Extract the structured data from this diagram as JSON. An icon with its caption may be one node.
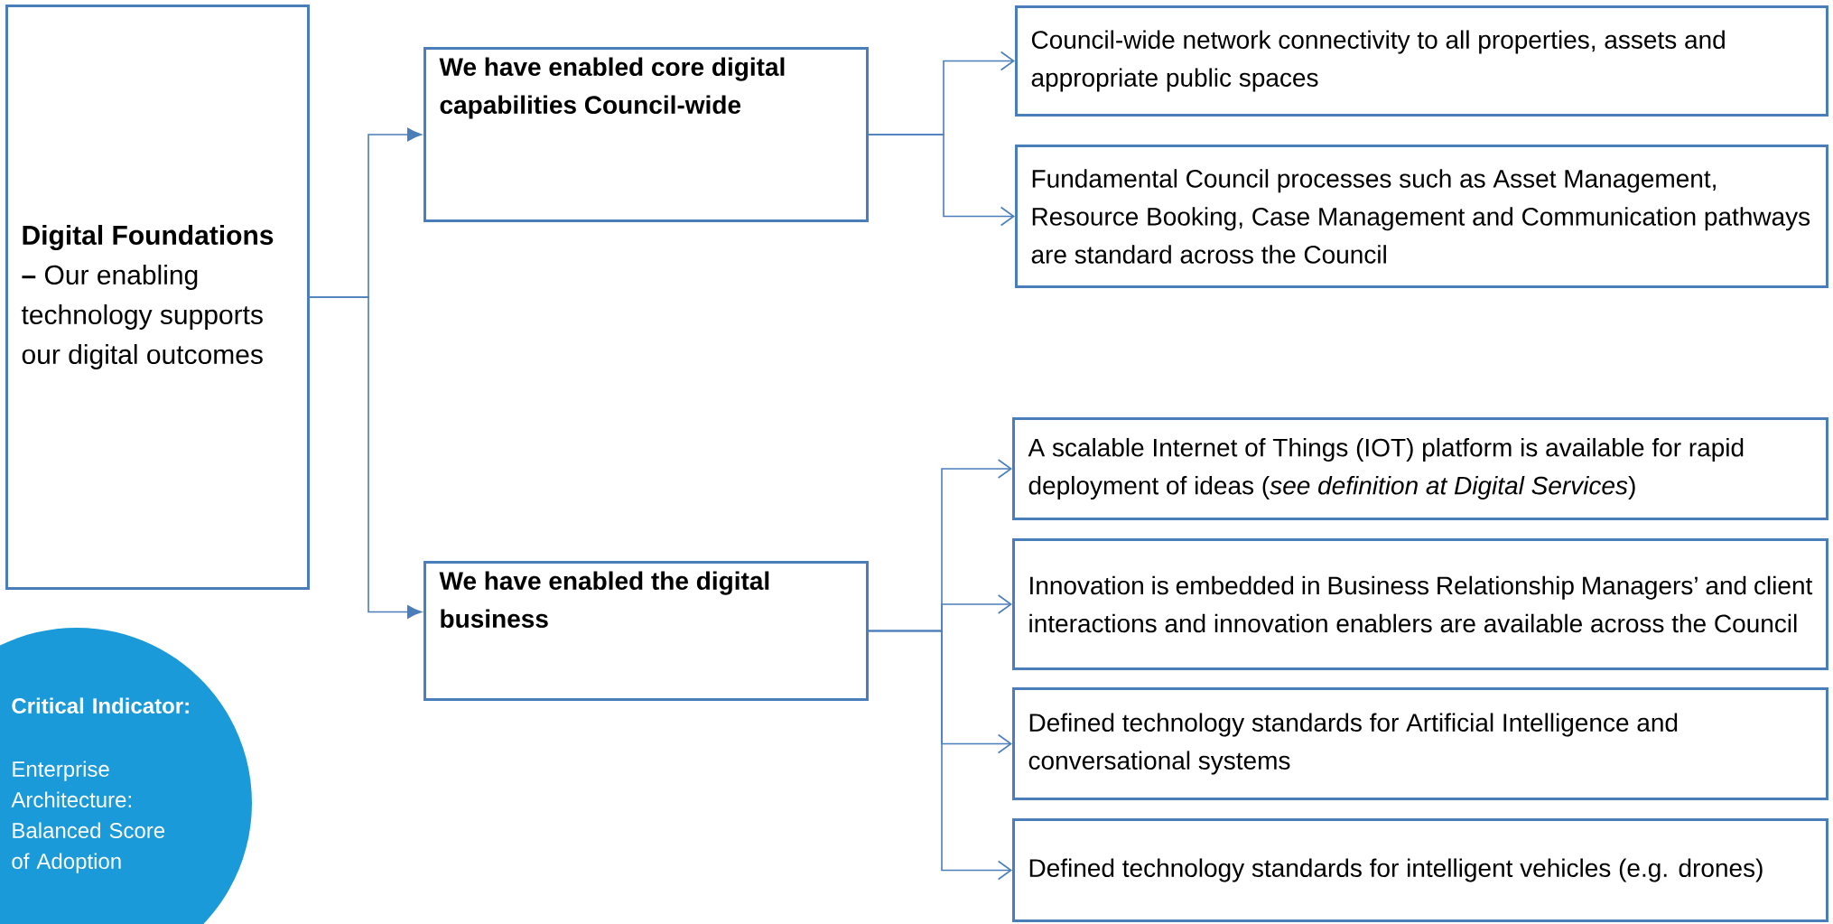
{
  "diagram": {
    "nodes": [
      {
        "text": [
          "**Digital Foundations –** Our enabling technology supports our digital outcomes"
        ]
      },
      {
        "text": [
          "We have enabled core digital capabilities Council-wide"
        ]
      },
      {
        "text": [
          "We have enabled the digital business"
        ]
      },
      {
        "text": [
          "Council-wide network connectivity to all properties, assets and appropriate public spaces"
        ]
      },
      {
        "text": [
          "Fundamental Council processes such as Asset Management, Resource Booking, Case Management and Communication pathways are standard across the Council"
        ]
      },
      {
        "text": [
          "A scalable Internet of Things (IOT) platform is available for rapid deployment of ideas (*see definition at Digital Services*)"
        ]
      },
      {
        "text": [
          "Innovation is embedded in Business Relationship Managers’ and client interactions and innovation enablers are available across the Council"
        ]
      },
      {
        "text": [
          "Defined technology standards for Artificial Intelligence and conversational systems"
        ]
      },
      {
        "text": [
          "Defined technology standards for intelligent vehicles (e.g. drones)"
        ]
      },
      {
        "text": [
          "Critical Indicator:",
          "Enterprise Architecture: Balanced Score of Adoption"
        ]
      }
    ],
    "edges": [
      {
        "from": 0,
        "to": 1,
        "arrow": "to"
      },
      {
        "from": 0,
        "to": 2,
        "arrow": "to"
      },
      {
        "from": 1,
        "to": 3,
        "arrow": "to"
      },
      {
        "from": 1,
        "to": 4,
        "arrow": "to"
      },
      {
        "from": 2,
        "to": 5,
        "arrow": "to"
      },
      {
        "from": 2,
        "to": 6,
        "arrow": "to"
      },
      {
        "from": 2,
        "to": 7,
        "arrow": "to"
      },
      {
        "from": 2,
        "to": 8,
        "arrow": "to"
      }
    ]
  }
}
